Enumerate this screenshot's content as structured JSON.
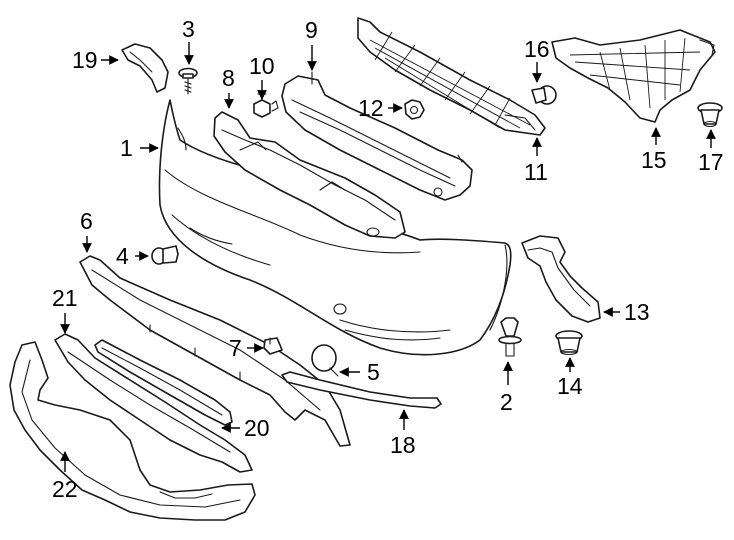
{
  "diagram": {
    "callouts": {
      "c1": "1",
      "c2": "2",
      "c3": "3",
      "c4": "4",
      "c5": "5",
      "c6": "6",
      "c7": "7",
      "c8": "8",
      "c9": "9",
      "c10": "10",
      "c11": "11",
      "c12": "12",
      "c13": "13",
      "c14": "14",
      "c15": "15",
      "c16": "16",
      "c17": "17",
      "c18": "18",
      "c19": "19",
      "c20": "20",
      "c21": "21",
      "c22": "22"
    },
    "colors": {
      "line": "#1a1a1a",
      "fill": "#ffffff",
      "background": "#ffffff"
    }
  }
}
